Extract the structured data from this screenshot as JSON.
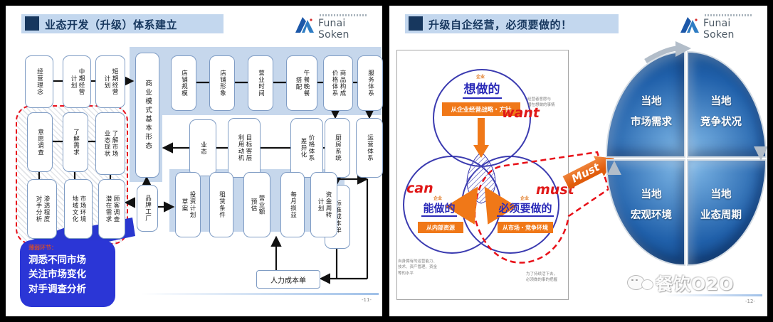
{
  "brand": {
    "name": "Funai Soken"
  },
  "left": {
    "title": "业态开发（升级）体系建立",
    "page": "-11-",
    "flow1": [
      "经营理念",
      "中期经营\n计划",
      "短期经营\n计划"
    ],
    "tall": "商业模式基本形态",
    "band1": [
      "店铺规模",
      "店铺形象",
      "营业时间",
      "午餐晚餐\n搭配",
      "商品构成\n价格体系",
      "服务体系"
    ],
    "band2": [
      "业态",
      "目标客层\n利用动机",
      "价格体系\n差异化"
    ],
    "sys1": "厨房系统",
    "sys2": "运营体系",
    "std_cost": "标准成本单",
    "red2": [
      "意愿调查",
      "了解需求",
      "了解市场\n业态现状"
    ],
    "red3": [
      "渗透程度\n对手分析",
      "市场环境\n地域文化",
      "顾客调查\n潜在需求"
    ],
    "brand_box": "品牌工厂",
    "band3": [
      "投资计划\n草案",
      "租赁条件",
      "营业额\n预估",
      "每月损益",
      "资金周转\n计划"
    ],
    "labor": "人力成本单",
    "callout": {
      "tag": "薄弱环节：",
      "lines": "洞悉不同市场\n关注市场变化\n对手调查分析"
    }
  },
  "right": {
    "title": "升级自企经营，必须要做的！",
    "page": "-12-",
    "venn": {
      "want_label": "企业",
      "want_heading": "想做的",
      "want_tag": "want",
      "want_box": "从企业经营战略・方针",
      "want_note": "经营者意愿与\n潜在想做的事情",
      "can_label": "企业",
      "can_heading": "能做的",
      "can_tag": "can",
      "can_box": "从内部资源",
      "can_note": "自身拥有的运营能力、\n技术、资产管理、资金\n等的水平",
      "must_label": "企业",
      "must_heading": "必须要做的",
      "must_tag": "must",
      "must_box": "从市场・竞争环境",
      "must_note": "为了持续活下去，\n必须做的事的把握",
      "ribbon": "Must"
    },
    "quadrants": [
      {
        "t": "当地",
        "b": "市场需求"
      },
      {
        "t": "当地",
        "b": "竞争状况"
      },
      {
        "t": "当地",
        "b": "宏观环境"
      },
      {
        "t": "当地",
        "b": "业态周期"
      }
    ],
    "watermark": "餐饮O2O"
  }
}
